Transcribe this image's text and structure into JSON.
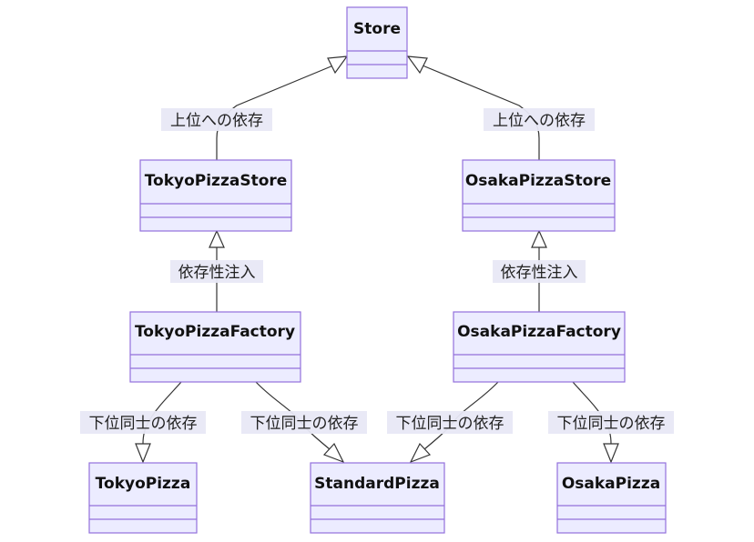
{
  "classes": {
    "store": {
      "name": "Store"
    },
    "tokyo_store": {
      "name": "TokyoPizzaStore"
    },
    "osaka_store": {
      "name": "OsakaPizzaStore"
    },
    "tokyo_factory": {
      "name": "TokyoPizzaFactory"
    },
    "osaka_factory": {
      "name": "OsakaPizzaFactory"
    },
    "tokyo_pizza": {
      "name": "TokyoPizza"
    },
    "standard_pizza": {
      "name": "StandardPizza"
    },
    "osaka_pizza": {
      "name": "OsakaPizza"
    }
  },
  "edges": {
    "tokyo_store_to_store": {
      "label": "上位への依存"
    },
    "osaka_store_to_store": {
      "label": "上位への依存"
    },
    "tokyo_factory_to_tokyo_store": {
      "label": "依存性注入"
    },
    "osaka_factory_to_osaka_store": {
      "label": "依存性注入"
    },
    "tokyo_factory_to_tokyo_pizza": {
      "label": "下位同士の依存"
    },
    "tokyo_factory_to_standard_pizza": {
      "label": "下位同士の依存"
    },
    "osaka_factory_to_standard_pizza": {
      "label": "下位同士の依存"
    },
    "osaka_factory_to_osaka_pizza": {
      "label": "下位同士の依存"
    }
  },
  "colors": {
    "class_fill": "#ececff",
    "class_border": "#9370db",
    "edge_stroke": "#333333",
    "label_background": "#e8e8f5"
  }
}
